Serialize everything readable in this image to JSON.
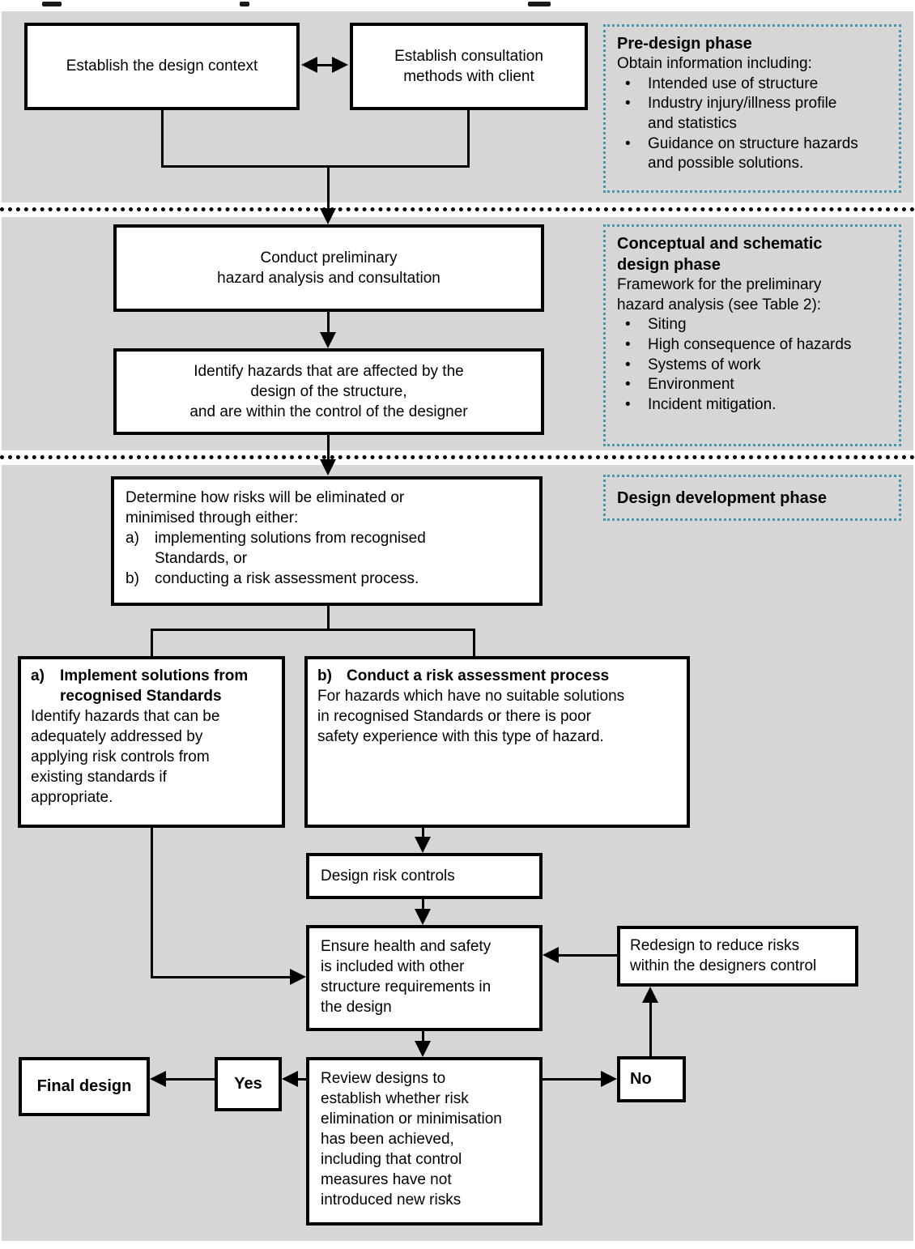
{
  "colors": {
    "background_gray": "#d6d6d6",
    "panel_border_teal": "#4796ad",
    "line_black": "#000000",
    "box_fill_white": "#ffffff"
  },
  "nodes": {
    "establish_context": "Establish the design context",
    "establish_consultation": "Establish consultation\nmethods with client",
    "conduct_preliminary": "Conduct preliminary\nhazard analysis and consultation",
    "identify_hazards": "Identify hazards that are affected by the\ndesign of the structure,\nand are within the control of the designer",
    "determine": {
      "intro": "Determine how risks will be eliminated or\nminimised through either:",
      "items": [
        {
          "label": "a)",
          "text": "implementing solutions from recognised\nStandards, or"
        },
        {
          "label": "b)",
          "text": "conducting a risk assessment process."
        }
      ]
    },
    "implement_standards": {
      "label": "a)",
      "title": "Implement solutions from\nrecognised Standards",
      "body": "Identify hazards that can be\nadequately addressed by\napplying risk controls from\nexisting standards if\nappropriate."
    },
    "risk_assessment": {
      "label": "b)",
      "title": "Conduct a risk assessment process",
      "body": "For hazards which have no suitable solutions\nin recognised Standards or there is poor\nsafety experience with this type of hazard."
    },
    "design_risk_controls": "Design risk controls",
    "ensure_hs": "Ensure health and safety\nis included with other\nstructure requirements in\nthe design",
    "redesign": "Redesign to reduce risks\nwithin the designers control",
    "review": "Review designs to\nestablish whether risk\nelimination or minimisation\nhas been achieved,\nincluding that control\nmeasures have not\nintroduced new risks",
    "yes": "Yes",
    "no": "No",
    "final_design": "Final design"
  },
  "panels": {
    "predesign": {
      "title": "Pre-design phase",
      "intro": "Obtain information including:",
      "bullets": [
        "Intended use of structure",
        "Industry injury/illness profile\nand statistics",
        "Guidance on structure hazards\nand possible solutions."
      ]
    },
    "conceptual": {
      "title": "Conceptual and schematic\ndesign phase",
      "intro": "Framework for the preliminary\nhazard analysis (see Table 2):",
      "bullets": [
        "Siting",
        "High consequence of hazards",
        "Systems of work",
        "Environment",
        "Incident mitigation."
      ]
    },
    "development": {
      "title": "Design development phase"
    }
  }
}
